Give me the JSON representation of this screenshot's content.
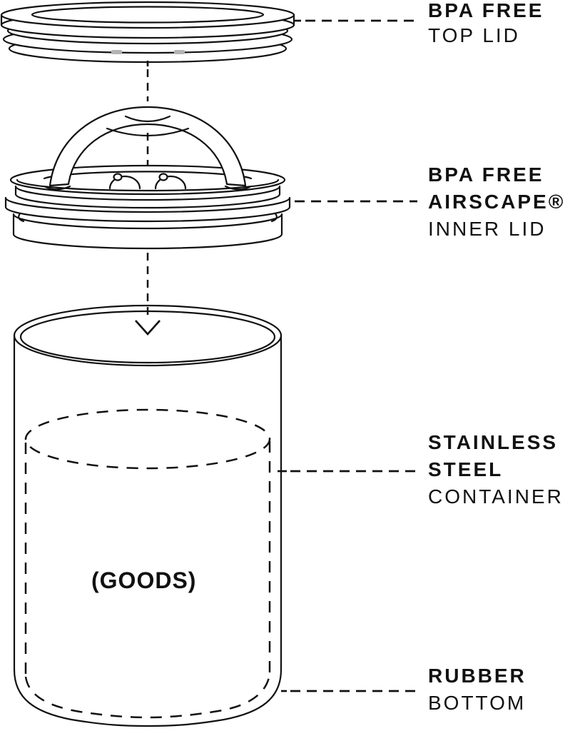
{
  "colors": {
    "ink": "#111111",
    "paper": "#ffffff",
    "shade": "#b3b3b3"
  },
  "drawing": {
    "goods_label": "(GOODS)"
  },
  "callouts": {
    "top_lid": {
      "line1": "BPA FREE",
      "line2": "TOP LID"
    },
    "inner_lid": {
      "line1": "BPA FREE",
      "line2": "AIRSCAPE®",
      "line3": "INNER LID"
    },
    "container": {
      "line1": "STAINLESS",
      "line2": "STEEL",
      "line3": "CONTAINER"
    },
    "rubber_bottom": {
      "line1": "RUBBER",
      "line2": "BOTTOM"
    }
  }
}
